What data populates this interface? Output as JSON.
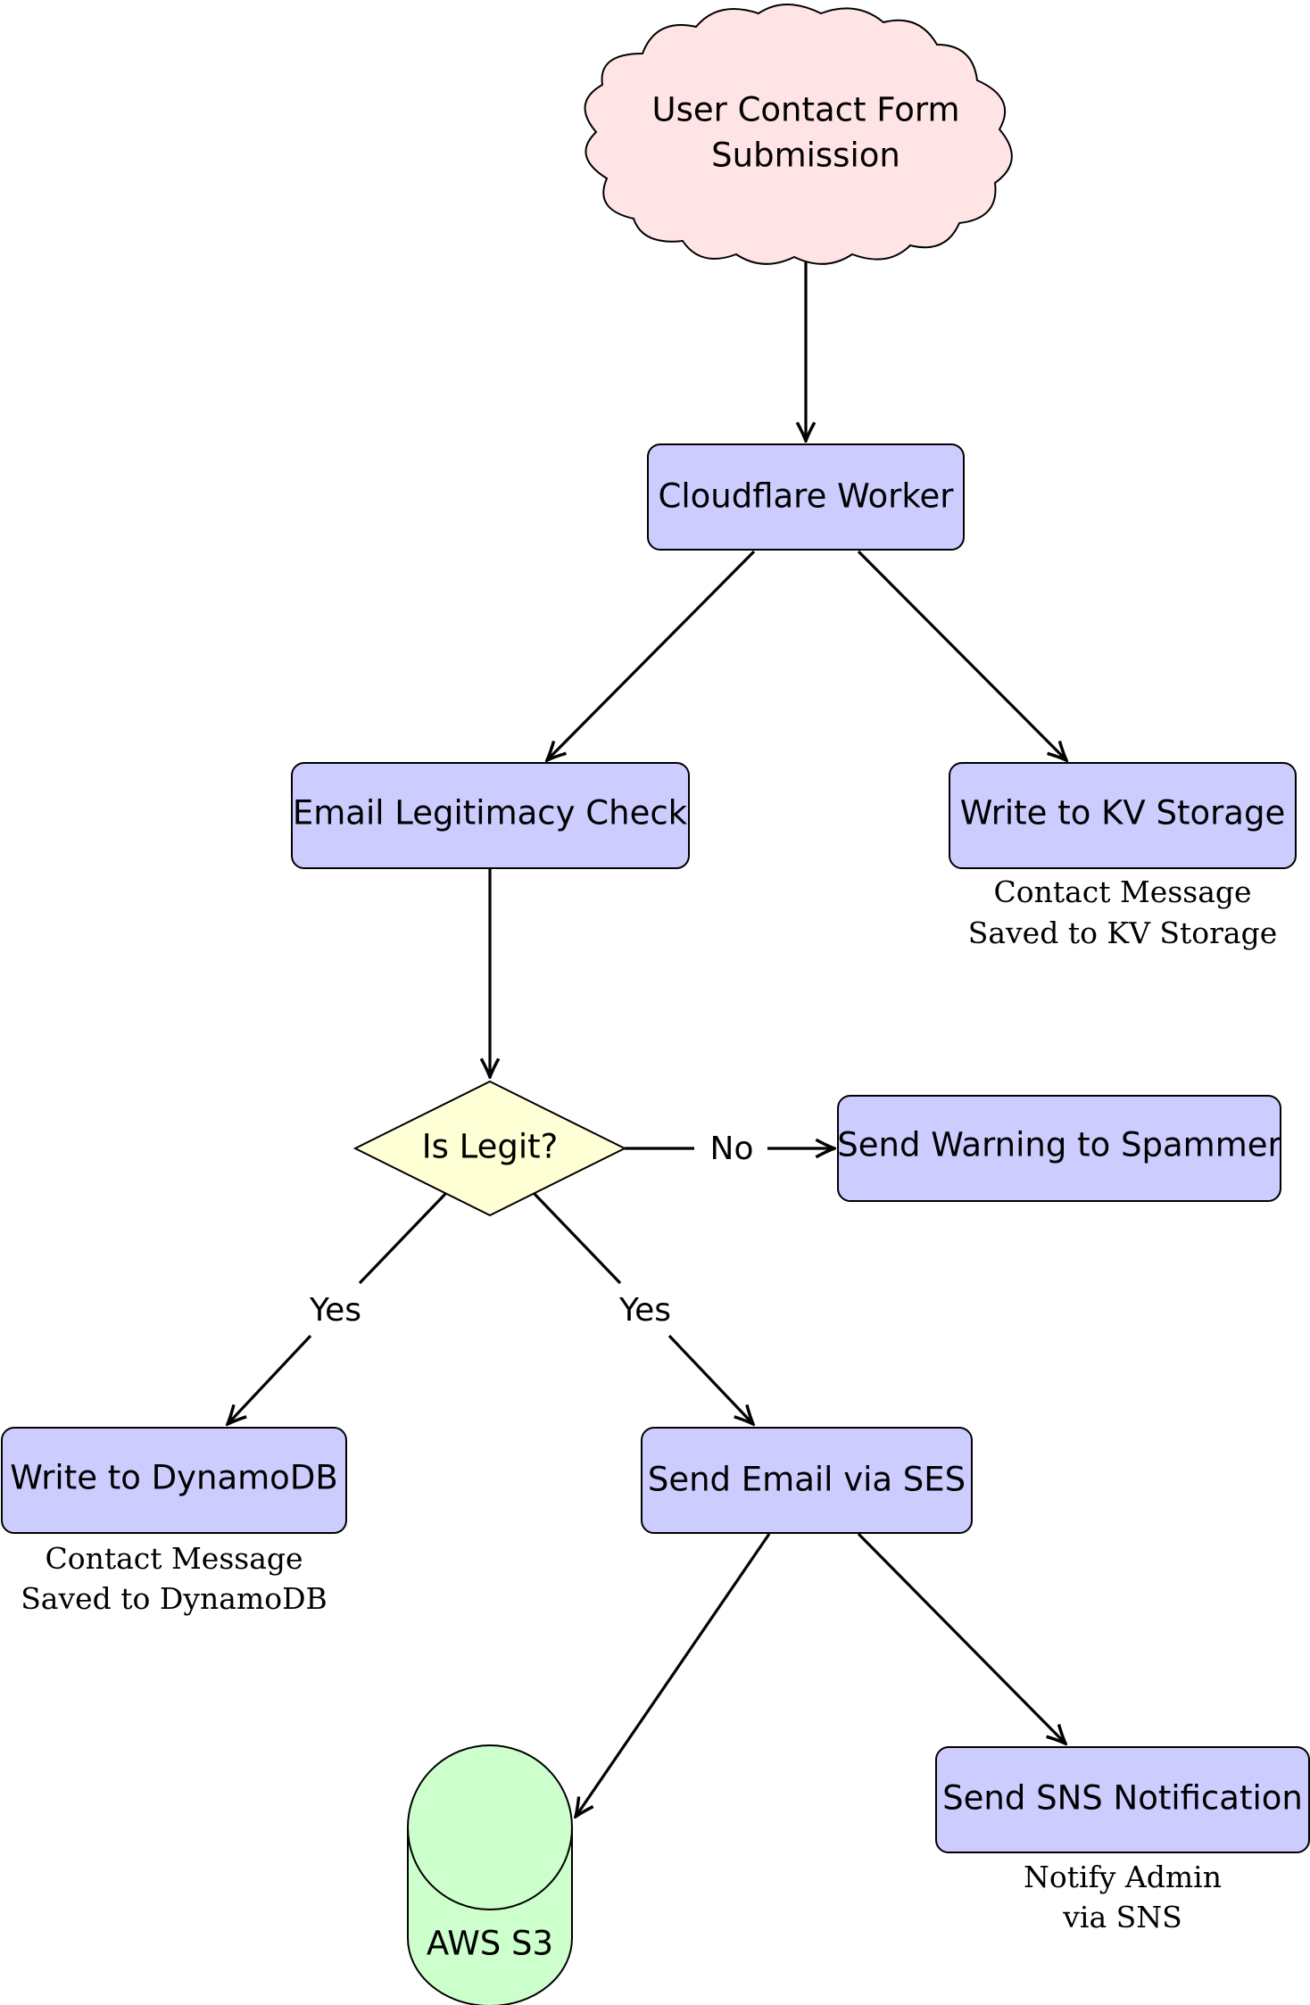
{
  "colors": {
    "cloud_fill": "#ffe4e6",
    "process_fill": "#ccccff",
    "decision_fill": "#ffffd6",
    "storage_fill": "#ccffcc",
    "stroke": "#000000"
  },
  "nodes": {
    "form_submission": {
      "line1": "User Contact Form",
      "line2": "Submission"
    },
    "cloudflare_worker": {
      "label": "Cloudflare Worker"
    },
    "email_check": {
      "label": "Email Legitimacy Check"
    },
    "kv_storage": {
      "label": "Write to KV Storage"
    },
    "is_legit": {
      "label": "Is Legit?"
    },
    "send_warning": {
      "label": "Send Warning to Spammer"
    },
    "dynamodb": {
      "label": "Write to DynamoDB"
    },
    "ses": {
      "label": "Send Email via SES"
    },
    "s3": {
      "label": "AWS S3"
    },
    "sns": {
      "label": "Send SNS Notification"
    }
  },
  "notes": {
    "kv": {
      "line1": "Contact Message",
      "line2": "Saved to KV Storage"
    },
    "dynamodb": {
      "line1": "Contact Message",
      "line2": "Saved to DynamoDB"
    },
    "sns": {
      "line1": "Notify Admin",
      "line2": "via SNS"
    }
  },
  "edge_labels": {
    "no": "No",
    "yes_left": "Yes",
    "yes_right": "Yes"
  }
}
